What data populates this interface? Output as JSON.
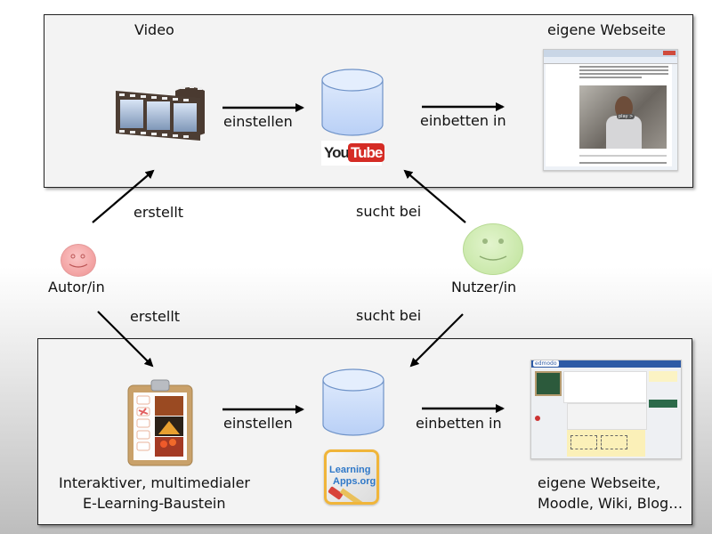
{
  "top_panel": {
    "video_label": "Video",
    "upload_label": "einstellen",
    "platform_logo": {
      "you": "You",
      "tube": "Tube",
      "icon": "youtube-logo"
    },
    "embed_label": "einbetten in",
    "target_label": "eigene Webseite",
    "target_screenshot": {
      "play_button": "play >"
    }
  },
  "actors": {
    "author": {
      "label": "Autor/in",
      "color": "#f4a3a3",
      "icon": "smiley-face-icon"
    },
    "user": {
      "label": "Nutzer/in",
      "color": "#c9e8a8",
      "icon": "smiley-face-icon"
    }
  },
  "relations": {
    "author_creates_top": "erstellt",
    "user_searches_top": "sucht bei",
    "author_creates_bottom": "erstellt",
    "user_searches_bottom": "sucht bei"
  },
  "bottom_panel": {
    "module_label_line1": "Interaktiver, multimedialer",
    "module_label_line2": "E-Learning-Baustein",
    "upload_label": "einstellen",
    "platform_logo": {
      "line1": "Learning",
      "line2": "Apps.org"
    },
    "embed_label": "einbetten in",
    "target_label_line1": "eigene Webseite,",
    "target_label_line2": "Moodle, Wiki, Blog…",
    "target_screenshot": {
      "brand": "edmodo"
    }
  },
  "colors": {
    "cylinder_fill": "#cfe0fb",
    "cylinder_stroke": "#6f93c8",
    "youtube_red": "#d52c25",
    "learningapps_blue": "#2f78c8",
    "edmodo_blue": "#2d5aa5"
  }
}
